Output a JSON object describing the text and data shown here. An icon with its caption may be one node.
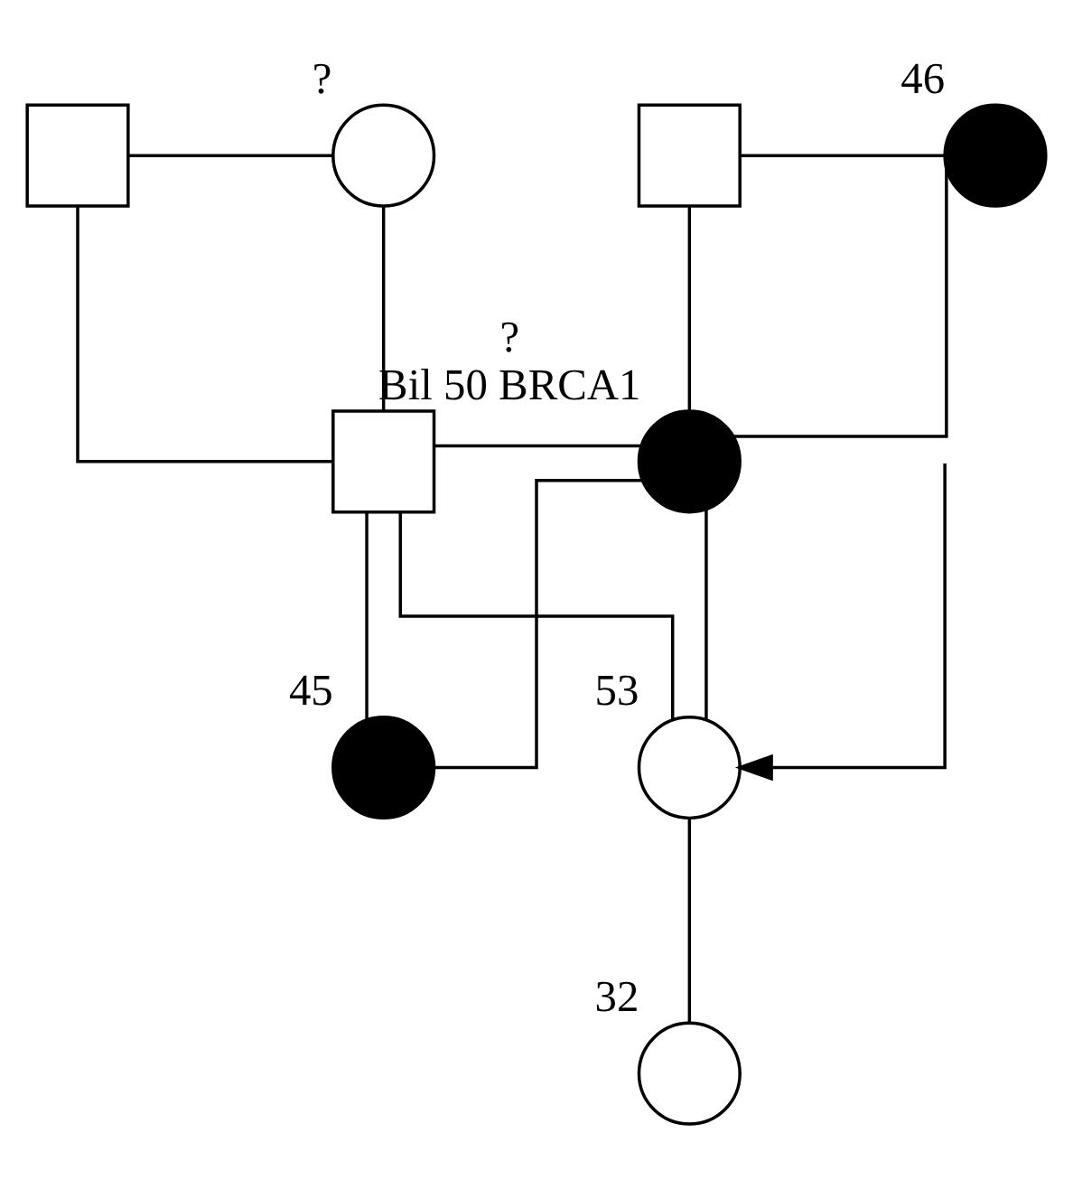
{
  "diagram": {
    "nodes": [
      {
        "text": [],
        "shape": "box"
      },
      {
        "text": [],
        "shape": "circle",
        "beside": [
          "?"
        ]
      },
      {
        "text": [],
        "shape": "box"
      },
      {
        "text": [],
        "shape": "circle",
        "beside": [
          "46"
        ]
      },
      {
        "text": [],
        "shape": "box"
      },
      {
        "text": [],
        "shape": "circle",
        "beside": [
          "?",
          "Bil 50 BRCA1"
        ]
      },
      {
        "text": [],
        "shape": "circle",
        "beside": [
          "45"
        ]
      },
      {
        "text": [],
        "shape": "circle",
        "beside": [
          "53"
        ]
      },
      {
        "text": [],
        "shape": "circle",
        "beside": [
          "32"
        ]
      }
    ],
    "edges": [
      {
        "from": 0,
        "to": 1,
        "arrow": "none"
      },
      {
        "from": 2,
        "to": 3,
        "arrow": "none"
      },
      {
        "from": 0,
        "to": 4,
        "arrow": "none"
      },
      {
        "from": 1,
        "to": 4,
        "arrow": "none"
      },
      {
        "from": 2,
        "to": 5,
        "arrow": "none"
      },
      {
        "from": 3,
        "to": 5,
        "arrow": "none"
      },
      {
        "from": 4,
        "to": 5,
        "arrow": "none"
      },
      {
        "from": 4,
        "to": 6,
        "arrow": "none"
      },
      {
        "from": 5,
        "to": 6,
        "arrow": "none"
      },
      {
        "from": 4,
        "to": 7,
        "arrow": "none"
      },
      {
        "from": 5,
        "to": 7,
        "arrow": "none"
      },
      {
        "from": 7,
        "to": 8,
        "arrow": "none"
      },
      {
        "from": null,
        "to": 7,
        "arrow": "to"
      }
    ]
  }
}
